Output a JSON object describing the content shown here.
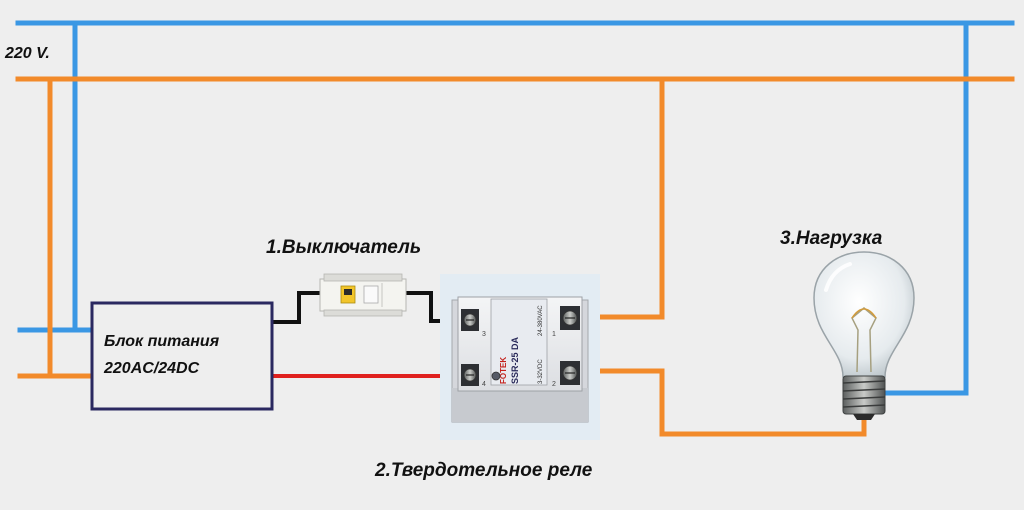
{
  "labels": {
    "voltage": "220 V.",
    "psu_line1": "Блок питания",
    "psu_line2": "220AC/24DC",
    "switch": "1.Выключатель",
    "relay": "2.Твердотельное реле",
    "load": "3.Нагрузка"
  },
  "relay_markings": {
    "brand": "FOTEK",
    "model": "SSR-25 DA",
    "output_rating": "24-380VAC",
    "input_rating": "3-32VDC",
    "terminal_1": "1",
    "terminal_2": "2",
    "terminal_3": "3",
    "terminal_4": "4"
  },
  "colors": {
    "phase_wire": "#f28a2a",
    "neutral_wire": "#3a97e4",
    "control_wire_black": "#111111",
    "control_wire_red": "#e0201e",
    "psu_border": "#2a2860",
    "background": "#eeeeee"
  },
  "icons": {
    "switch": "circuit-breaker-icon",
    "relay": "solid-state-relay-icon",
    "load": "light-bulb-icon"
  }
}
